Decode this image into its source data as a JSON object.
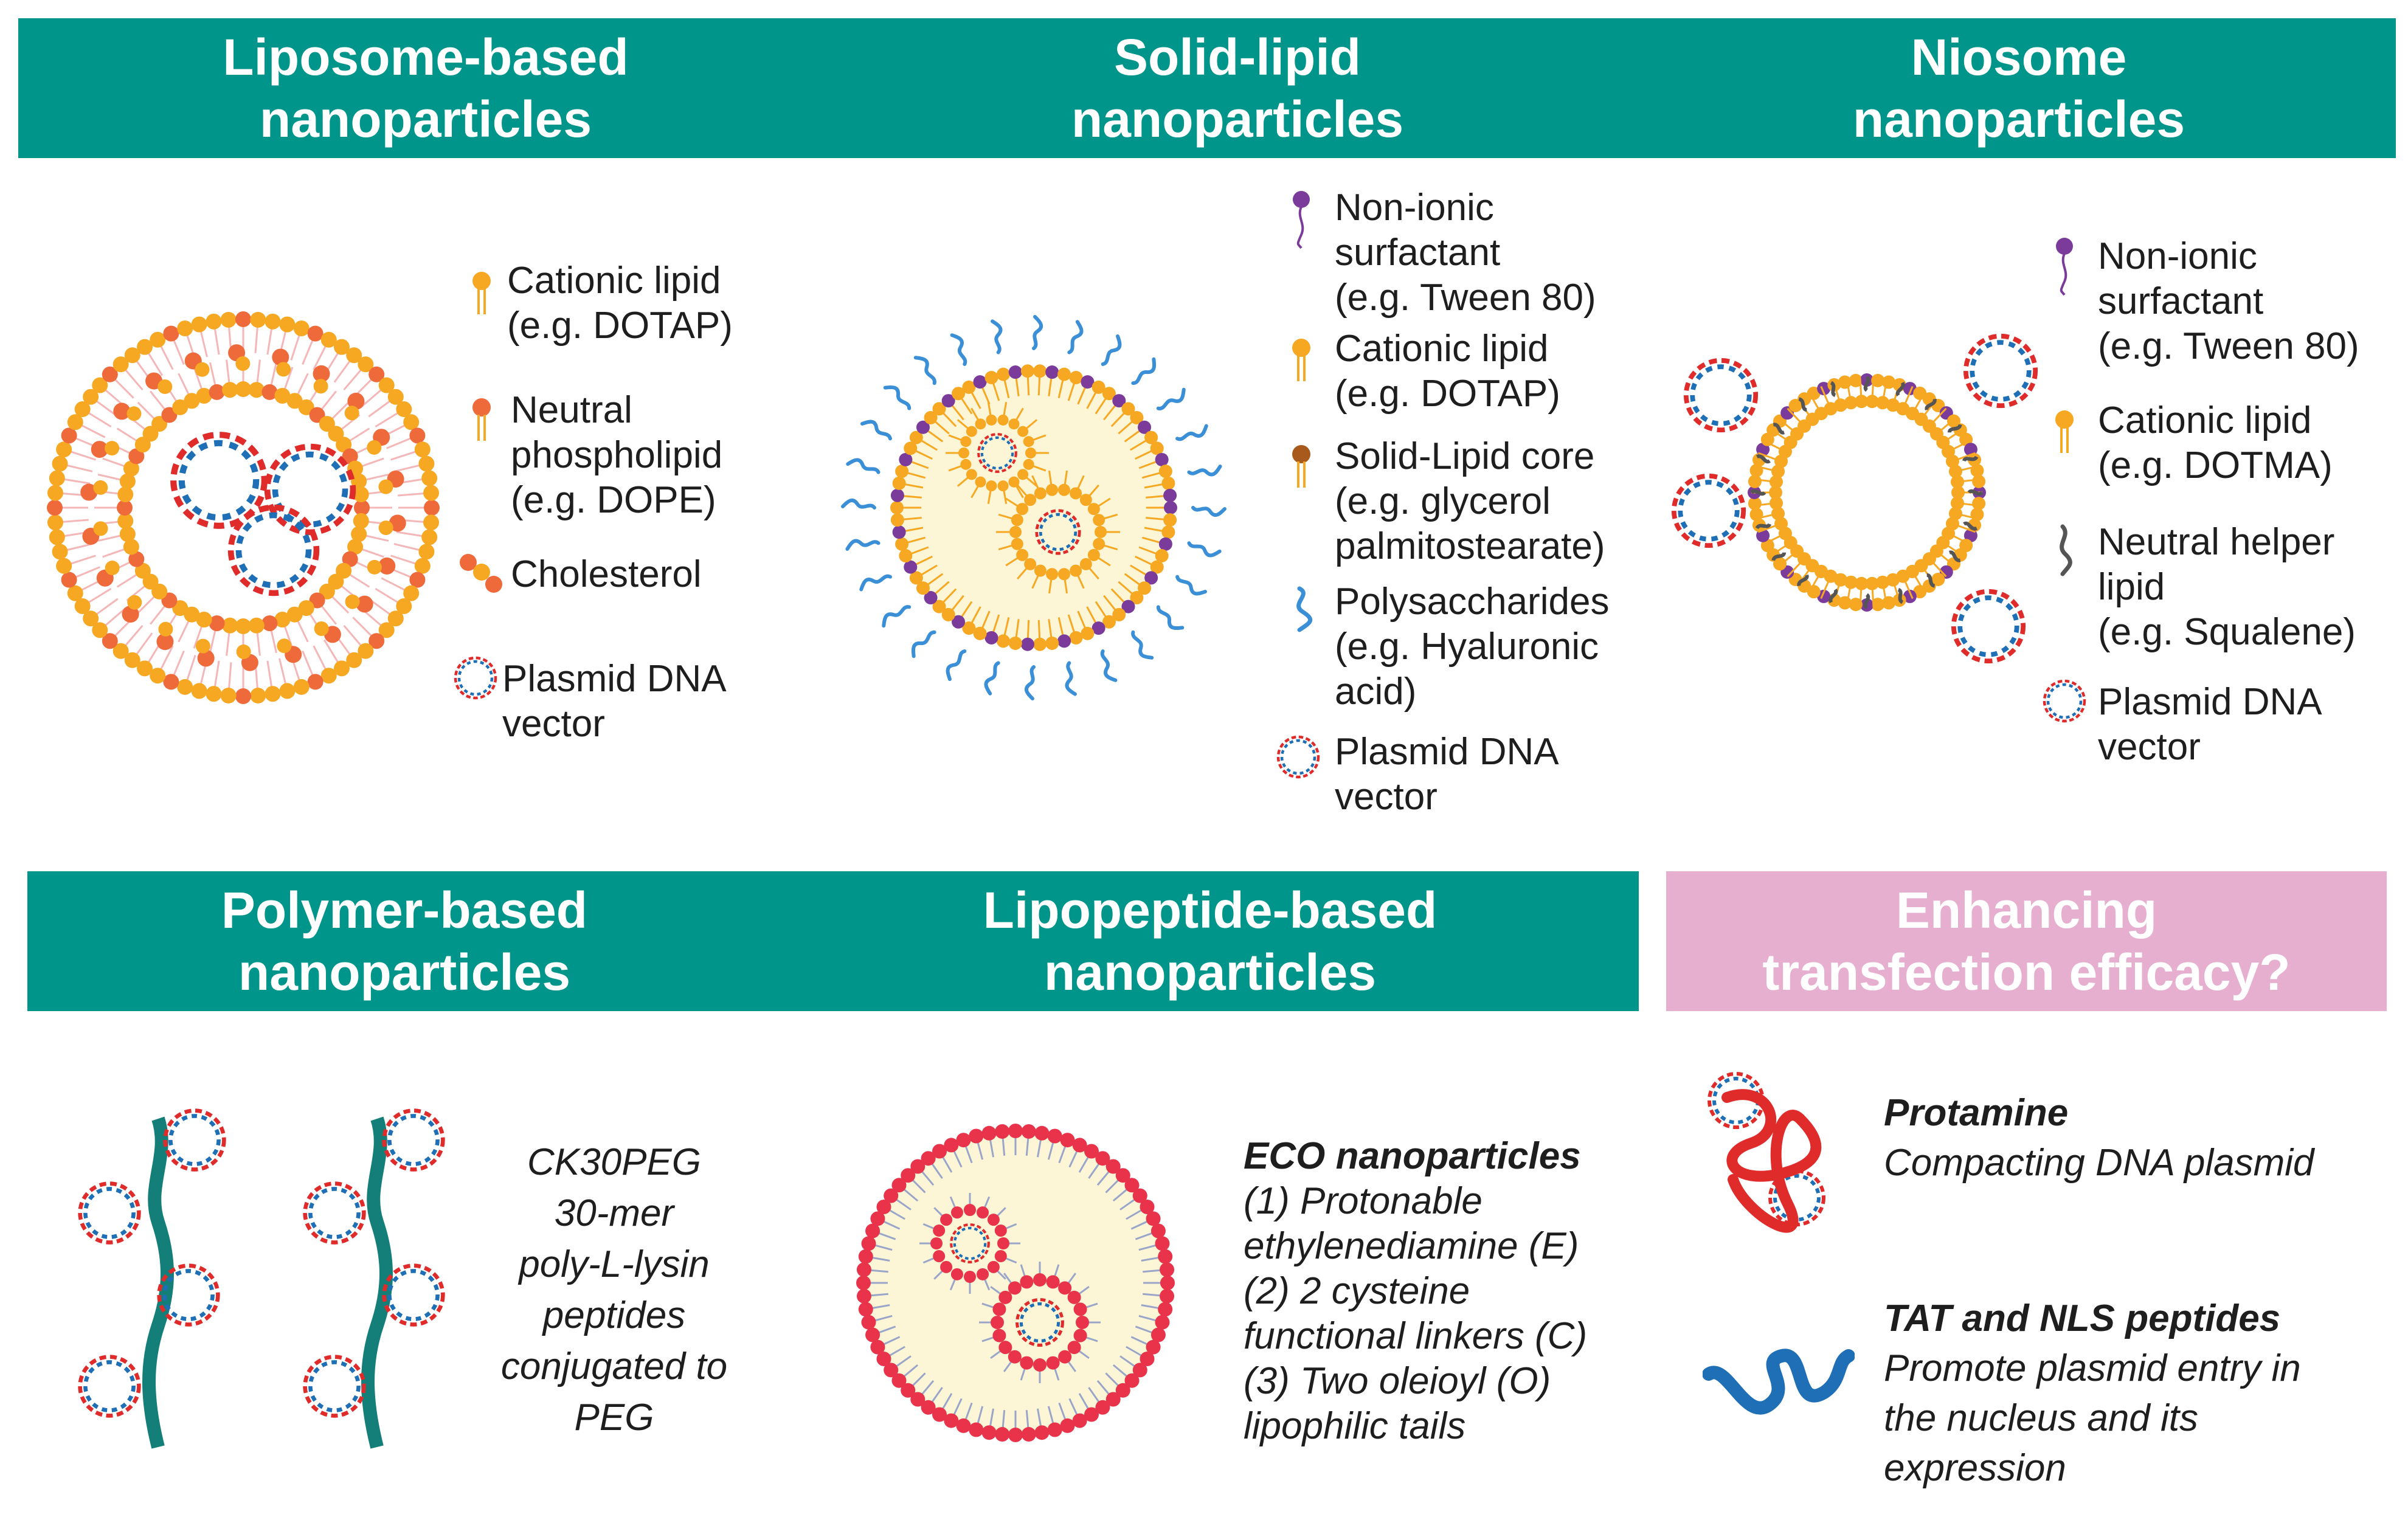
{
  "banners": {
    "liposome": [
      "Liposome-based",
      "nanoparticles"
    ],
    "solid_lipid": [
      "Solid-lipid",
      "nanoparticles"
    ],
    "niosome": [
      "Niosome",
      "nanoparticles"
    ],
    "polymer": [
      "Polymer-based",
      "nanoparticles"
    ],
    "lipopeptide": [
      "Lipopeptide-based",
      "nanoparticles"
    ],
    "enhancing": [
      "Enhancing",
      "transfection efficacy?"
    ]
  },
  "liposome_legend": {
    "cationic": [
      "Cationic lipid",
      "(e.g. DOTAP)"
    ],
    "neutral": [
      "Neutral",
      "phospholipid",
      "(e.g. DOPE)"
    ],
    "cholesterol": [
      "Cholesterol"
    ],
    "plasmid": [
      "Plasmid DNA",
      "vector"
    ]
  },
  "sln_legend": {
    "surfactant": [
      "Non-ionic",
      "surfactant",
      "(e.g. Tween 80)"
    ],
    "cationic": [
      "Cationic lipid",
      "(e.g. DOTAP)"
    ],
    "core": [
      "Solid-Lipid core",
      "(e.g. glycerol",
      "palmitostearate)"
    ],
    "polysaccharides": [
      "Polysaccharides",
      "(e.g. Hyaluronic",
      "acid)"
    ],
    "plasmid": [
      "Plasmid DNA",
      "vector"
    ]
  },
  "niosome_legend": {
    "surfactant": [
      "Non-ionic",
      "surfactant",
      "(e.g. Tween 80)"
    ],
    "cationic": [
      "Cationic lipid",
      "(e.g. DOTMA)"
    ],
    "helper": [
      "Neutral helper",
      "lipid",
      "(e.g. Squalene)"
    ],
    "plasmid": [
      "Plasmid DNA",
      "vector"
    ]
  },
  "polymer_text": [
    "CK30PEG",
    "30-mer",
    "poly-L-lysin",
    "peptides",
    "conjugated to",
    "PEG"
  ],
  "eco_text": {
    "title": "ECO nanoparticles",
    "lines": [
      "(1) Protonable",
      "ethylenediamine (E)",
      "(2) 2 cysteine",
      "functional linkers (C)",
      "(3) Two oleioyl (O)",
      "lipophilic tails"
    ]
  },
  "protamine": {
    "title": "Protamine",
    "desc": "Compacting DNA plasmid"
  },
  "tat": {
    "title": "TAT and  NLS peptides",
    "lines": [
      "Promote plasmid entry in",
      "the nucleus and its",
      "expression"
    ]
  },
  "colors": {
    "teal": "#00958a",
    "pink_banner": "#e7afcf",
    "orange": "#f7a823",
    "red_orange": "#ef6a3a",
    "purple": "#7b3b9a",
    "brown": "#a85a1c",
    "blue": "#3a8fd6",
    "dna_red": "#e02b2b",
    "dna_blue": "#1e6fb5",
    "core_fill": "#fdf6d6",
    "eco_red": "#e8334b",
    "helix_teal": "#147f78"
  },
  "icons": [
    "cationic-lipid-icon",
    "neutral-phospholipid-icon",
    "cholesterol-icon",
    "plasmid-dna-icon",
    "nonionic-surfactant-icon",
    "solid-lipid-core-icon",
    "polysaccharide-icon",
    "helper-lipid-icon",
    "protamine-icon",
    "tat-nls-peptide-icon"
  ]
}
